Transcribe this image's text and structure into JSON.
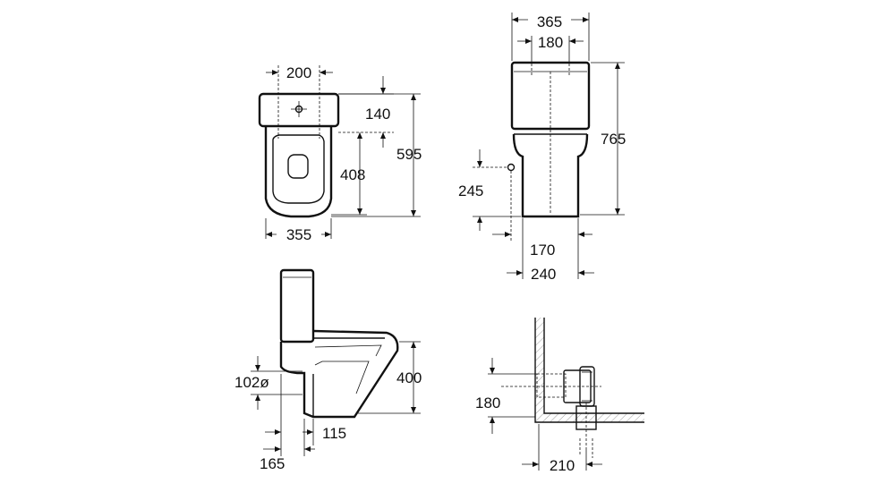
{
  "top_view": {
    "width_200": "200",
    "depth_140": "140",
    "depth_408": "408",
    "depth_595": "595",
    "width_355": "355"
  },
  "front_view": {
    "width_365": "365",
    "width_180": "180",
    "height_765": "765",
    "height_245": "245",
    "width_170": "170",
    "width_240": "240"
  },
  "side_view": {
    "height_400": "400",
    "outlet_102": "102ø",
    "offset_115": "115",
    "offset_165": "165"
  },
  "detail_view": {
    "height_180": "180",
    "width_210": "210"
  }
}
